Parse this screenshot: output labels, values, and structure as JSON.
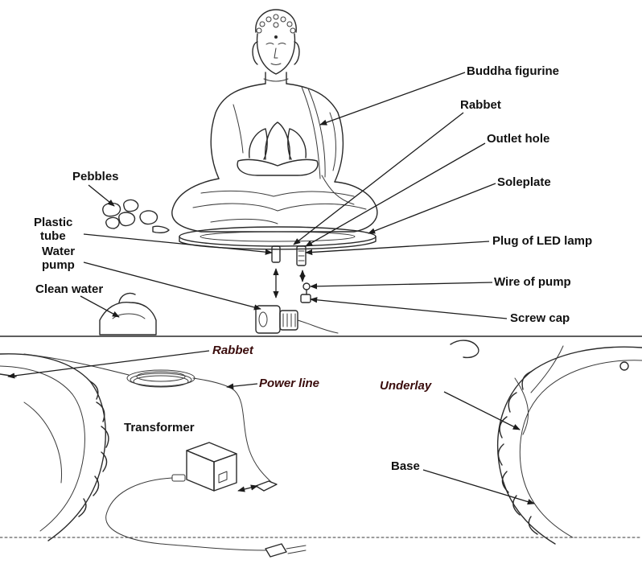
{
  "labels": {
    "buddha_figurine": "Buddha figurine",
    "rabbet_top": "Rabbet",
    "outlet_hole": "Outlet hole",
    "soleplate": "Soleplate",
    "pebbles": "Pebbles",
    "plastic_tube_line1": "Plastic",
    "plastic_tube_line2": "tube",
    "plug_led": "Plug of LED lamp",
    "water_pump_line1": "Water",
    "water_pump_line2": "pump",
    "wire_pump": "Wire of pump",
    "clean_water": "Clean water",
    "screw_cap": "Screw cap",
    "rabbet_bottom": "Rabbet",
    "power_line": "Power line",
    "underlay": "Underlay",
    "transformer": "Transformer",
    "base": "Base"
  },
  "colors": {
    "ink": "#2a2a2a",
    "label": "#111111",
    "label_accent": "#3a0c0c",
    "background": "#ffffff"
  }
}
